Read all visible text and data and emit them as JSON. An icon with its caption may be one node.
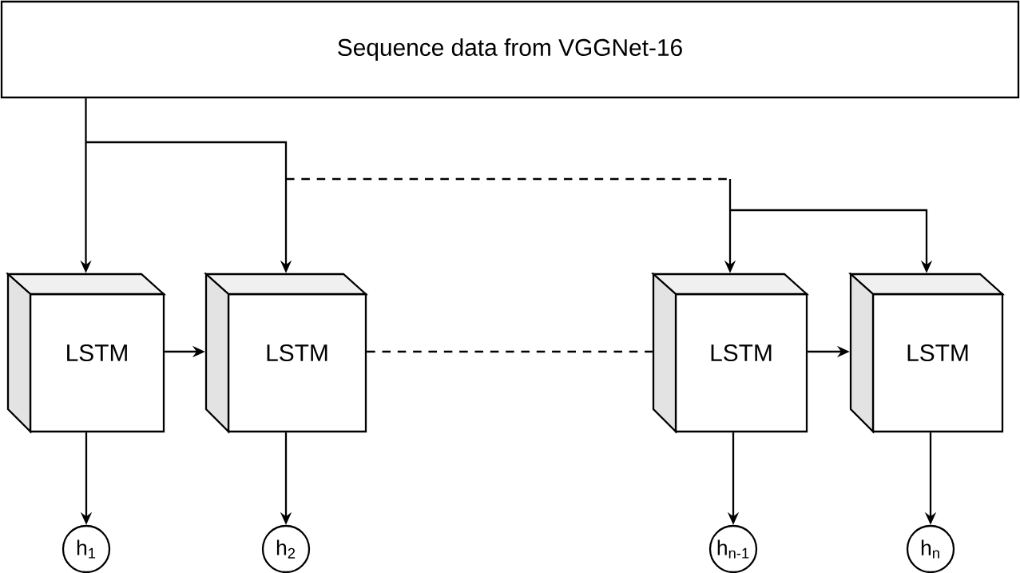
{
  "diagram": {
    "nodes": [
      {
        "text": [
          "Sequence data from VGGNet-16"
        ]
      },
      {
        "text": [
          "LSTM"
        ]
      },
      {
        "text": [
          "LSTM"
        ]
      },
      {
        "text": [
          "LSTM"
        ]
      },
      {
        "text": [
          "LSTM"
        ]
      },
      {
        "text": [
          "h$_{1}$"
        ]
      },
      {
        "text": [
          "h$_{2}$"
        ]
      },
      {
        "text": [
          "h$_{n-1}$"
        ]
      },
      {
        "text": [
          "h$_{n}$"
        ]
      }
    ],
    "edges": [
      {
        "from": 0,
        "to": 1,
        "arrow": "to"
      },
      {
        "from": 0,
        "to": 2,
        "arrow": "to"
      },
      {
        "from": 0,
        "to": 3,
        "arrow": "to",
        "style": "dashed"
      },
      {
        "from": 0,
        "to": 4,
        "arrow": "to",
        "style": "dashed"
      },
      {
        "from": 1,
        "to": 2,
        "arrow": "to"
      },
      {
        "from": 2,
        "to": 3,
        "arrow": "none",
        "style": "dashed"
      },
      {
        "from": 3,
        "to": 4,
        "arrow": "to"
      },
      {
        "from": 1,
        "to": 5,
        "arrow": "to"
      },
      {
        "from": 2,
        "to": 6,
        "arrow": "to"
      },
      {
        "from": 3,
        "to": 7,
        "arrow": "to"
      },
      {
        "from": 4,
        "to": 8,
        "arrow": "to"
      }
    ]
  }
}
